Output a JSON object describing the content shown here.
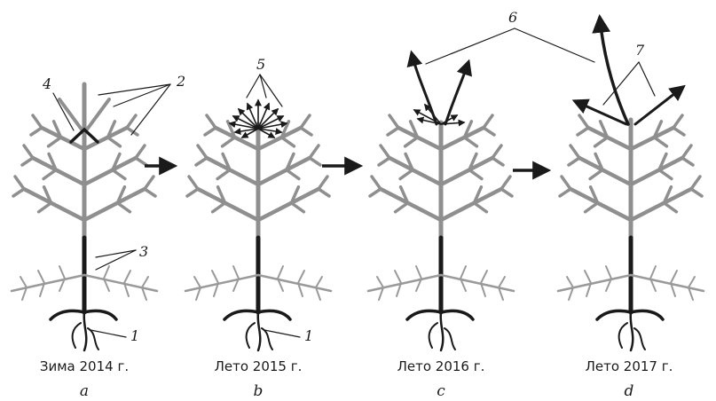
{
  "colors": {
    "crown": "#8f8f8f",
    "trunk": "#1a1a1a",
    "roots": "#9a9a9a",
    "arrow": "#1a1a1a",
    "background": "#ffffff"
  },
  "panels": [
    {
      "id": "a",
      "caption": "Зима 2014 г.",
      "letter": "a"
    },
    {
      "id": "b",
      "caption": "Лето 2015 г.",
      "letter": "b"
    },
    {
      "id": "c",
      "caption": "Лето 2016 г.",
      "letter": "c"
    },
    {
      "id": "d",
      "caption": "Лето 2017 г.",
      "letter": "d"
    }
  ],
  "callouts": {
    "n1": "1",
    "n2": "2",
    "n3": "3",
    "n4": "4",
    "n5": "5",
    "n6": "6",
    "n7": "7"
  },
  "arrow_icons": [
    "arrow-right-icon",
    "arrow-right-icon",
    "arrow-right-icon"
  ]
}
